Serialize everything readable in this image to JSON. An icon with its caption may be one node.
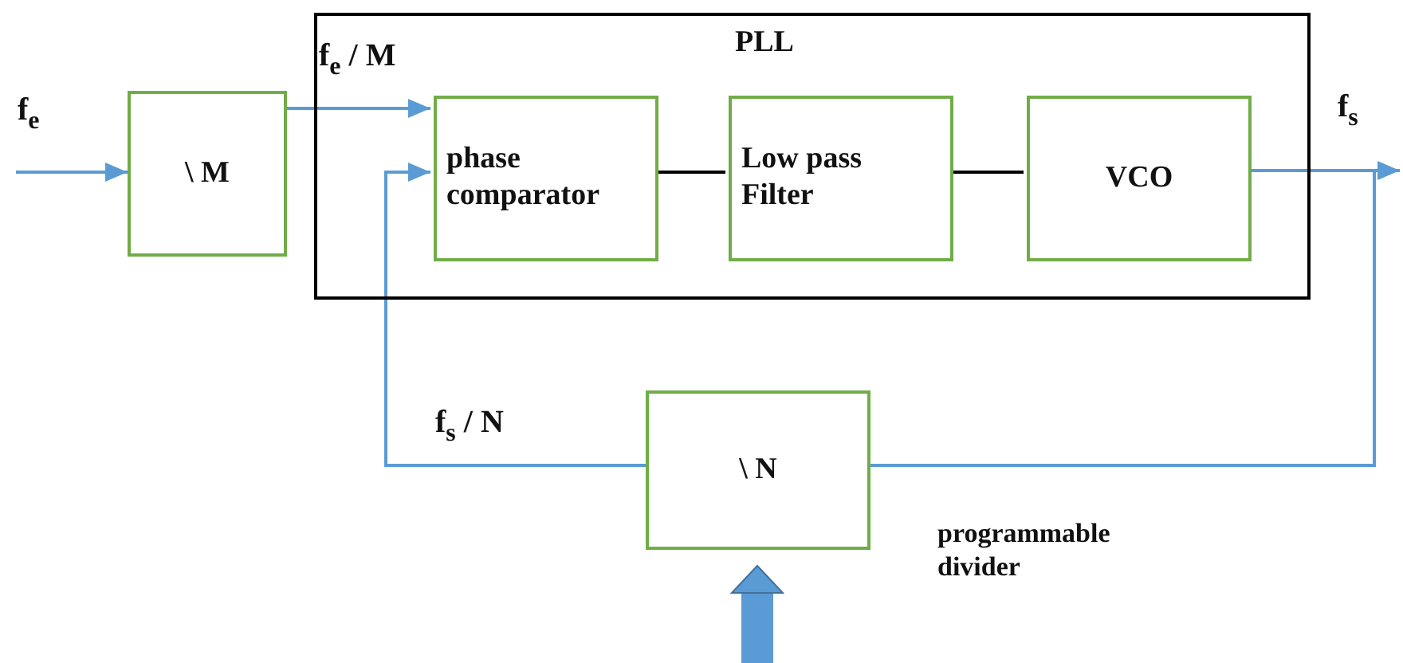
{
  "diagram": {
    "nodes": [
      {
        "text": [
          "PLL"
        ]
      },
      {
        "text": [
          "\\ M"
        ]
      },
      {
        "text": [
          "phase comparator"
        ],
        "in": 0
      },
      {
        "text": [
          "Low pass Filter"
        ],
        "in": 0
      },
      {
        "text": [
          "VCO"
        ],
        "in": 0
      },
      {
        "text": [
          "\\ N"
        ],
        "beside": [
          "programmable divider"
        ]
      }
    ],
    "edges": [
      {
        "from": null,
        "to": 1,
        "arrow": "to",
        "label": "f$_{e}$"
      },
      {
        "from": 1,
        "to": 2,
        "arrow": "to",
        "label": "f$_{e}$ / M"
      },
      {
        "from": 2,
        "to": 3,
        "arrow": "none",
        "color": "#000000"
      },
      {
        "from": 3,
        "to": 4,
        "arrow": "none",
        "color": "#000000"
      },
      {
        "from": 4,
        "to": null,
        "arrow": "to",
        "label": "f$_{s}$"
      },
      {
        "from": 4,
        "to": 5,
        "arrow": "none"
      },
      {
        "from": 5,
        "to": 2,
        "arrow": "to",
        "label": "f$_{s}$ / N"
      },
      {
        "from": null,
        "to": 5,
        "arrow": "to",
        "style": "thick"
      }
    ]
  }
}
